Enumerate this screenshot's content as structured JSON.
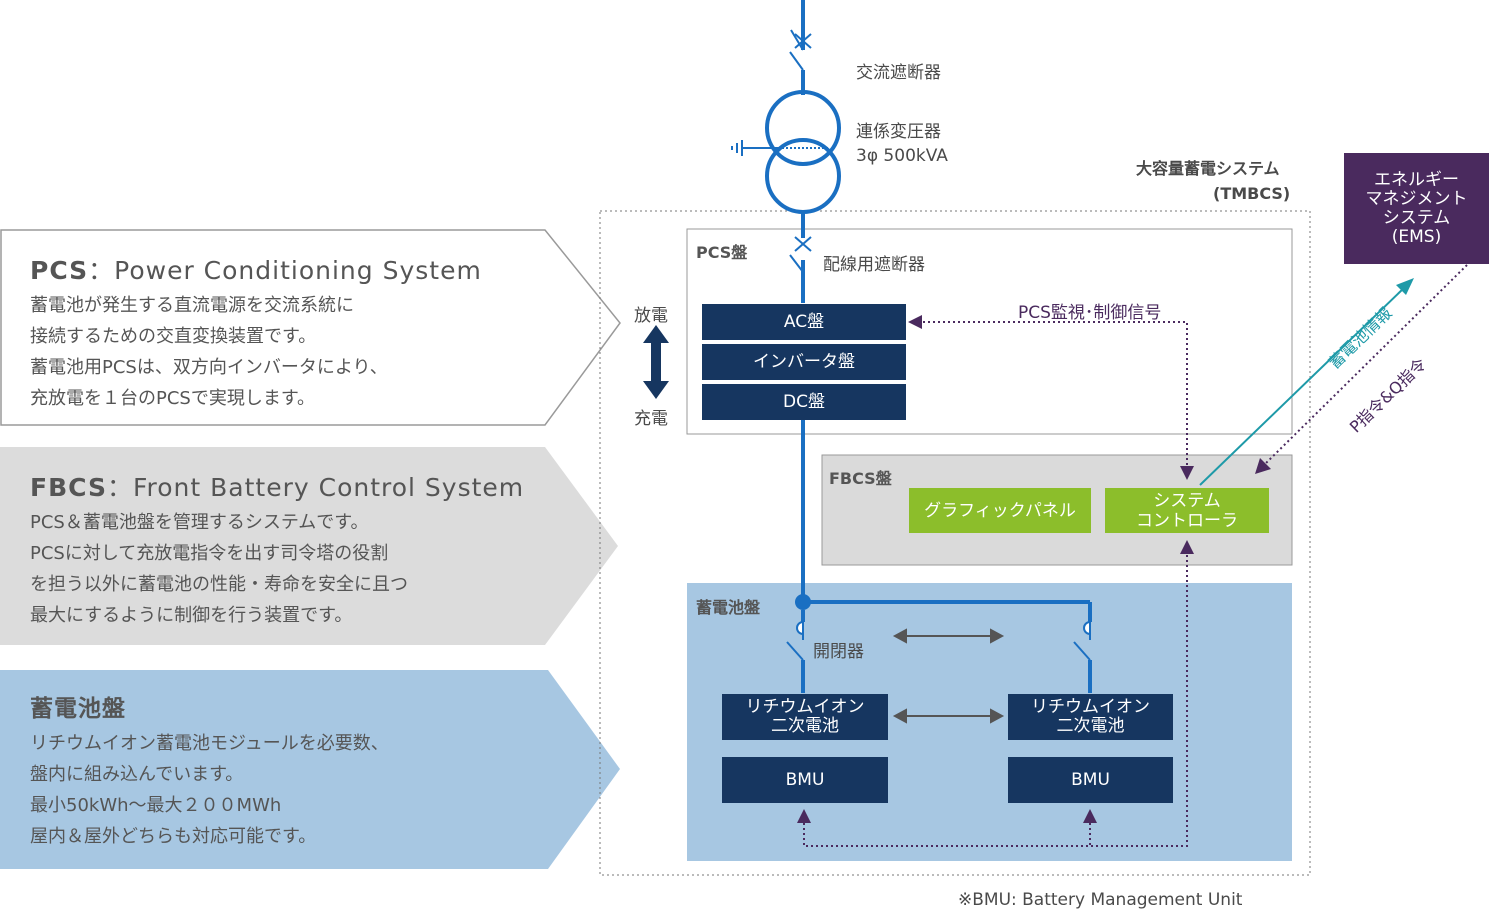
{
  "callouts": {
    "pcs": {
      "abbr": "PCS",
      "title": "：Power Conditioning System",
      "lines": [
        "蓄電池が発生する直流電源を交流系統に",
        "接続するための交直変換装置です。",
        "蓄電池用PCSは、双方向インバータにより、",
        "充放電を１台のPCSで実現します。"
      ]
    },
    "fbcs": {
      "abbr": "FBCS",
      "title": "：Front Battery Control System",
      "lines": [
        "PCS＆蓄電池盤を管理するシステムです。",
        "PCSに対して充放電指令を出す司令塔の役割",
        "を担う以外に蓄電池の性能・寿命を安全に且つ",
        "最大にするように制御を行う装置です。"
      ]
    },
    "battery": {
      "title": "蓄電池盤",
      "lines": [
        "リチウムイオン蓄電池モジュールを必要数、",
        "盤内に組み込んでいます。",
        "最小50kWh〜最大２００MWh",
        "屋内＆屋外どちらも対応可能です。"
      ]
    }
  },
  "labels": {
    "ac_breaker": "交流遮断器",
    "transformer": "連係変圧器",
    "transformer_rating": "3φ 500kVA",
    "system_name": "大容量蓄電システム",
    "system_abbr": "(TMBCS)",
    "pcs_panel": "PCS盤",
    "wiring_breaker": "配線用遮断器",
    "discharge": "放電",
    "charge": "充電",
    "pcs_signal": "PCS監視･制御信号",
    "fbcs_panel": "FBCS盤",
    "battery_panel": "蓄電池盤",
    "switch": "開閉器",
    "battery_info": "蓄電池情報",
    "pq_command": "P指令&Q指令",
    "footnote": "※BMU: Battery Management Unit"
  },
  "boxes": {
    "ac": "AC盤",
    "inverter": "インバータ盤",
    "dc": "DC盤",
    "graphic_panel": "グラフィックパネル",
    "system_controller": [
      "システム",
      "コントローラ"
    ],
    "ems": [
      "エネルギー",
      "マネジメント",
      "システム",
      "(EMS)"
    ],
    "li_ion_1": [
      "リチウムイオン",
      "二次電池"
    ],
    "li_ion_2": [
      "リチウムイオン",
      "二次電池"
    ],
    "bmu_1": "BMU",
    "bmu_2": "BMU"
  },
  "colors": {
    "navy": "#163660",
    "bus_blue": "#1a6fc2",
    "green": "#8cbe2b",
    "purple": "#4a2a5e",
    "teal": "#1e9aa8",
    "battery_bg": "#a7c7e2",
    "fbcs_bg": "#dadada",
    "callout_gray": "#dcdcdc",
    "callout_blue": "#a7c7e2"
  }
}
